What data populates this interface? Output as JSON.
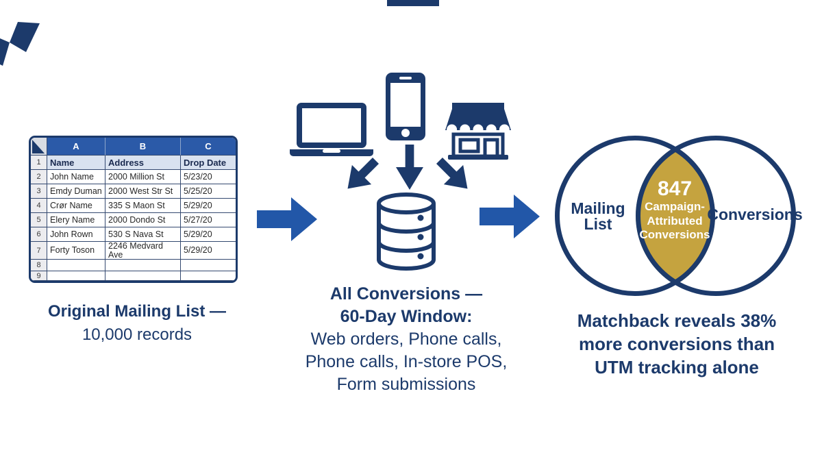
{
  "colors": {
    "navy": "#1C3A6B",
    "arrow-blue": "#2257A8",
    "table-header-bg": "#2B5AA8",
    "gold": "#C5A33F",
    "field-row-bg": "#D9E2F0",
    "corner-bg": "#D8DCE3",
    "rownum-bg": "#ECECEF",
    "grid-line": "#33486F",
    "cell-text": "#272727"
  },
  "spreadsheet": {
    "column_letters": [
      "A",
      "B",
      "C"
    ],
    "rows": [
      {
        "num": "1",
        "cells": [
          "Name",
          "Address",
          "Drop Date"
        ],
        "is_field_header": true
      },
      {
        "num": "2",
        "cells": [
          "John Name",
          "2000 Million St",
          "5/23/20"
        ]
      },
      {
        "num": "3",
        "cells": [
          "Emdy Duman",
          "2000 West Str St",
          "5/25/20"
        ]
      },
      {
        "num": "4",
        "cells": [
          "Crør Name",
          "335 S Maon St",
          "5/29/20"
        ]
      },
      {
        "num": "5",
        "cells": [
          "Elery Name",
          "2000 Dondo St",
          "5/27/20"
        ]
      },
      {
        "num": "6",
        "cells": [
          "John Rown",
          "530 S Nava St",
          "5/29/20"
        ]
      },
      {
        "num": "7",
        "cells": [
          "Forty Toson",
          "2246 Medvard\nAve",
          "5/29/20"
        ]
      },
      {
        "num": "8",
        "cells": [
          "",
          "",
          ""
        ]
      },
      {
        "num": "9",
        "cells": [
          "",
          "",
          ""
        ]
      }
    ]
  },
  "left_caption": {
    "line1": "Original Mailing List —",
    "line2": "10,000 records"
  },
  "middle_caption": {
    "lines": [
      "All Conversions —",
      "60-Day Window:",
      "Web orders, Phone calls,",
      "Phone calls, In-store POS,",
      "Form submissions"
    ]
  },
  "venn": {
    "left_label_line1": "Mailing",
    "left_label_line2": "List",
    "right_label": "Conversions",
    "center_value": "847",
    "center_label_lines": [
      "Campaign-",
      "Attributed",
      "Conversions"
    ]
  },
  "right_caption": {
    "lines": [
      "Matchback reveals 38%",
      "more conversions than",
      "UTM tracking alone"
    ]
  }
}
